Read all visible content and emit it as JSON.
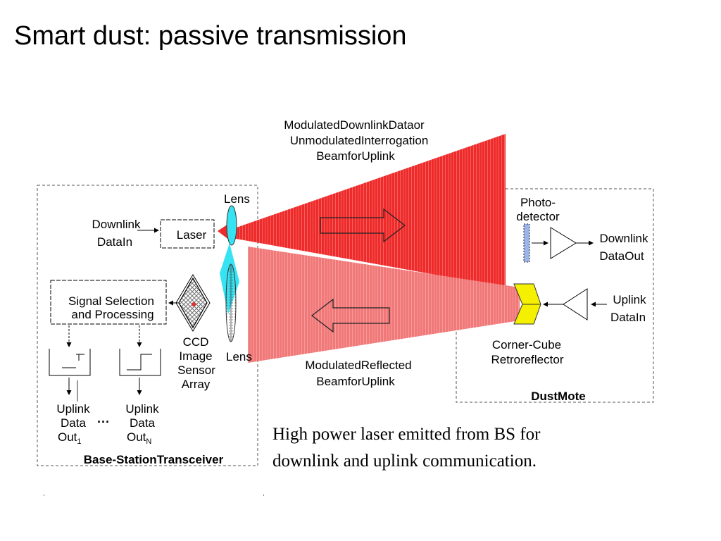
{
  "slide": {
    "title": "Smart dust: passive transmission",
    "caption_lines": [
      "High power laser emitted from BS for",
      "downlink and uplink communication."
    ]
  },
  "diagram": {
    "downlink_beam_label": [
      "ModulatedDownlinkDataor",
      "UnmodulatedInterrogation",
      "BeamforUplink"
    ],
    "reflected_beam_label": [
      "ModulatedReflected",
      "BeamforUplink"
    ],
    "base_station": {
      "title": "Base-StationTransceiver",
      "downlink_in": [
        "Downlink",
        "DataIn"
      ],
      "laser": "Laser",
      "lens_top": "Lens",
      "lens_bottom": "Lens",
      "signal_processing": [
        "Signal Selection",
        "and Processing"
      ],
      "ccd": [
        "CCD",
        "Image",
        "Sensor",
        "Array"
      ],
      "uplink_out_1": [
        "Uplink",
        "Data",
        "Out",
        "1"
      ],
      "uplink_out_n": [
        "Uplink",
        "Data",
        "Out",
        "N"
      ],
      "ellipsis": "···"
    },
    "dust_mote": {
      "title": "DustMote",
      "photodetector": [
        "Photo-",
        "detector"
      ],
      "downlink_out": [
        "Downlink",
        "DataOut"
      ],
      "uplink_in": [
        "Uplink",
        "DataIn"
      ],
      "retroreflector": [
        "Corner-Cube",
        "Retroreflector"
      ]
    },
    "colors": {
      "downlink_beam": "#ee2b2b",
      "reflected_beam": "#f07878",
      "lens": "#35e3f2",
      "retroreflector": "#f5f000",
      "box_border": "#555555"
    }
  }
}
